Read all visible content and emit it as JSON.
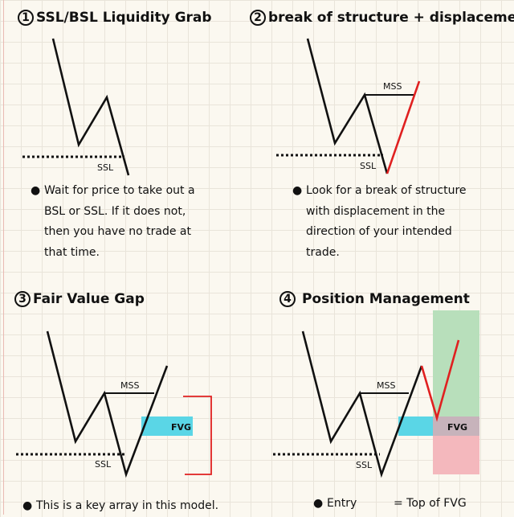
{
  "sections": [
    {
      "number": "1",
      "title": "SSL/BSL Liquidity Grab",
      "ssl_label": "SSL",
      "bullet_lines": [
        "Wait for price to take out a",
        "BSL or SSL. If it does not,",
        "then you have no trade at",
        "that time."
      ]
    },
    {
      "number": "2",
      "title": "break of structure + displacement",
      "mss_label": "MSS",
      "ssl_label": "SSL",
      "bullet_lines": [
        "Look for a break of structure",
        "with displacement in the",
        "direction of your intended",
        "trade."
      ]
    },
    {
      "number": "3",
      "title": "Fair Value Gap",
      "mss_label": "MSS",
      "ssl_label": "SSL",
      "fvg_label": "FVG",
      "bullet_lines": [
        "This is a key array in this model."
      ]
    },
    {
      "number": "4",
      "title": "Position Management",
      "mss_label": "MSS",
      "ssl_label": "SSL",
      "fvg_label": "FVG",
      "entry_label": "Entry",
      "entry_value": "= Top of FVG"
    }
  ],
  "colors": {
    "ink": "#111111",
    "red": "#e02020",
    "fvg_cyan": "#5ad6e6",
    "target_green": "#b8dfbb",
    "stop_red": "#f4b8bd",
    "grid": "#e9e4da",
    "paper": "#fbf8f0"
  }
}
